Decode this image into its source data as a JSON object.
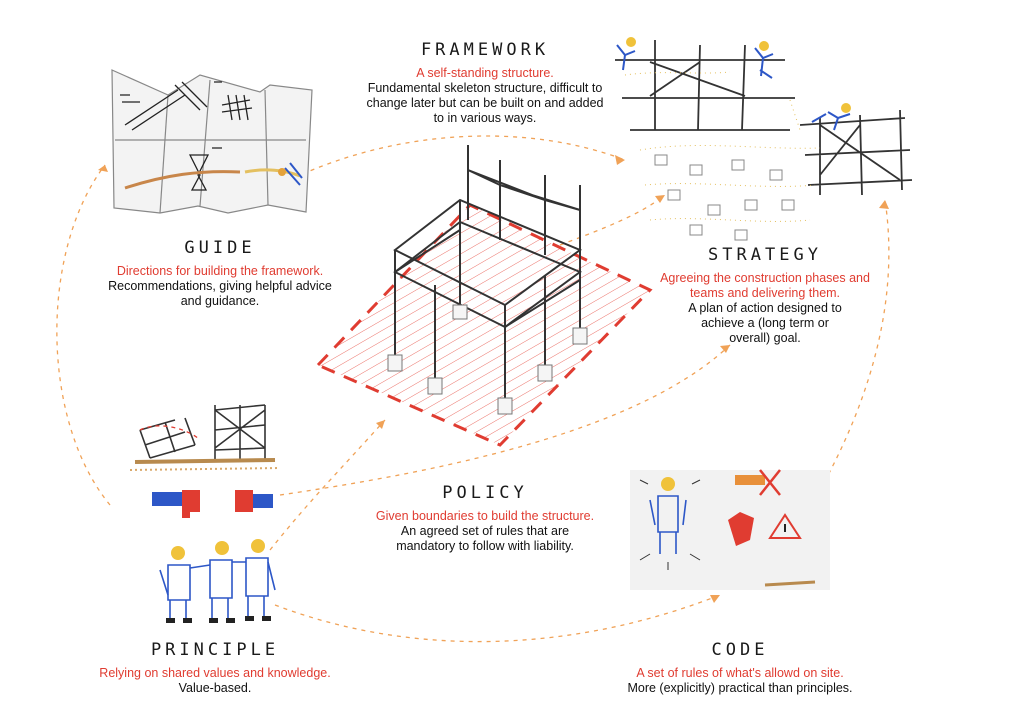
{
  "colors": {
    "accent": "#e03c31",
    "text": "#111111",
    "arrow": "#f0a257",
    "sketch": "#444444"
  },
  "sections": {
    "framework": {
      "title": "FRAMEWORK",
      "tagline": "A self-standing structure.",
      "description": "Fundamental skeleton structure, difficult to change later but can be built on and added to in various ways."
    },
    "guide": {
      "title": "GUIDE",
      "tagline": "Directions for building the framework.",
      "description": "Recommendations, giving helpful advice and guidance."
    },
    "strategy": {
      "title": "STRATEGY",
      "tagline": "Agreeing the construction phases and teams and delivering them.",
      "description": "A plan of action designed to achieve a (long term or overall) goal."
    },
    "policy": {
      "title": "POLICY",
      "tagline": "Given boundaries to build the structure.",
      "description": "An agreed set of rules that are mandatory to follow with liability."
    },
    "principle": {
      "title": "PRINCIPLE",
      "tagline": "Relying on shared values and knowledge.",
      "description": "Value-based."
    },
    "code": {
      "title": "CODE",
      "tagline": "A set of rules of what's allowd on site.",
      "description": "More (explicitly) practical than principles."
    }
  }
}
